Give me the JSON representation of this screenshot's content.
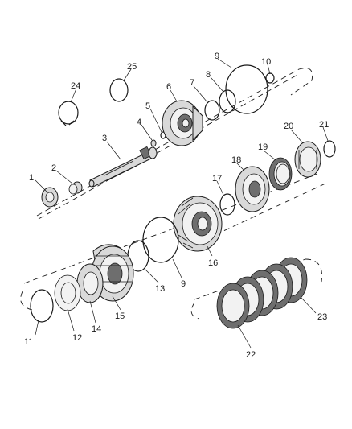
{
  "diagram": {
    "callouts": [
      {
        "id": "c1",
        "label": "1"
      },
      {
        "id": "c2",
        "label": "2"
      },
      {
        "id": "c3",
        "label": "3"
      },
      {
        "id": "c4",
        "label": "4"
      },
      {
        "id": "c5",
        "label": "5"
      },
      {
        "id": "c6",
        "label": "6"
      },
      {
        "id": "c7",
        "label": "7"
      },
      {
        "id": "c8",
        "label": "8"
      },
      {
        "id": "c9a",
        "label": "9"
      },
      {
        "id": "c10",
        "label": "10"
      },
      {
        "id": "c11",
        "label": "11"
      },
      {
        "id": "c12",
        "label": "12"
      },
      {
        "id": "c13",
        "label": "13"
      },
      {
        "id": "c14",
        "label": "14"
      },
      {
        "id": "c15",
        "label": "15"
      },
      {
        "id": "c16",
        "label": "16"
      },
      {
        "id": "c17",
        "label": "17"
      },
      {
        "id": "c18",
        "label": "18"
      },
      {
        "id": "c19",
        "label": "19"
      },
      {
        "id": "c20",
        "label": "20"
      },
      {
        "id": "c21",
        "label": "21"
      },
      {
        "id": "c22",
        "label": "22"
      },
      {
        "id": "c23",
        "label": "23"
      },
      {
        "id": "c24",
        "label": "24"
      },
      {
        "id": "c25",
        "label": "25"
      },
      {
        "id": "c9b",
        "label": "9"
      }
    ]
  }
}
